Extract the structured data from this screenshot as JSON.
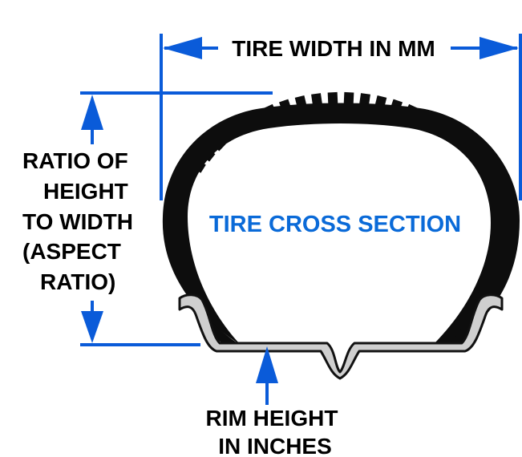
{
  "labels": {
    "tire_width": "TIRE WIDTH IN MM",
    "aspect_ratio": [
      "RATIO OF",
      "HEIGHT",
      "TO WIDTH",
      "(ASPECT",
      "RATIO)"
    ],
    "cross_section": "TIRE CROSS SECTION",
    "rim_height": [
      "RIM HEIGHT",
      "IN INCHES"
    ]
  },
  "colors": {
    "dimension": "#0a5bd9",
    "tire": "#0d0d0d",
    "rim_fill": "#cfcfcf",
    "rim_stroke": "#111111",
    "text": "#000000",
    "cross_section_text": "#0a6ad8"
  }
}
